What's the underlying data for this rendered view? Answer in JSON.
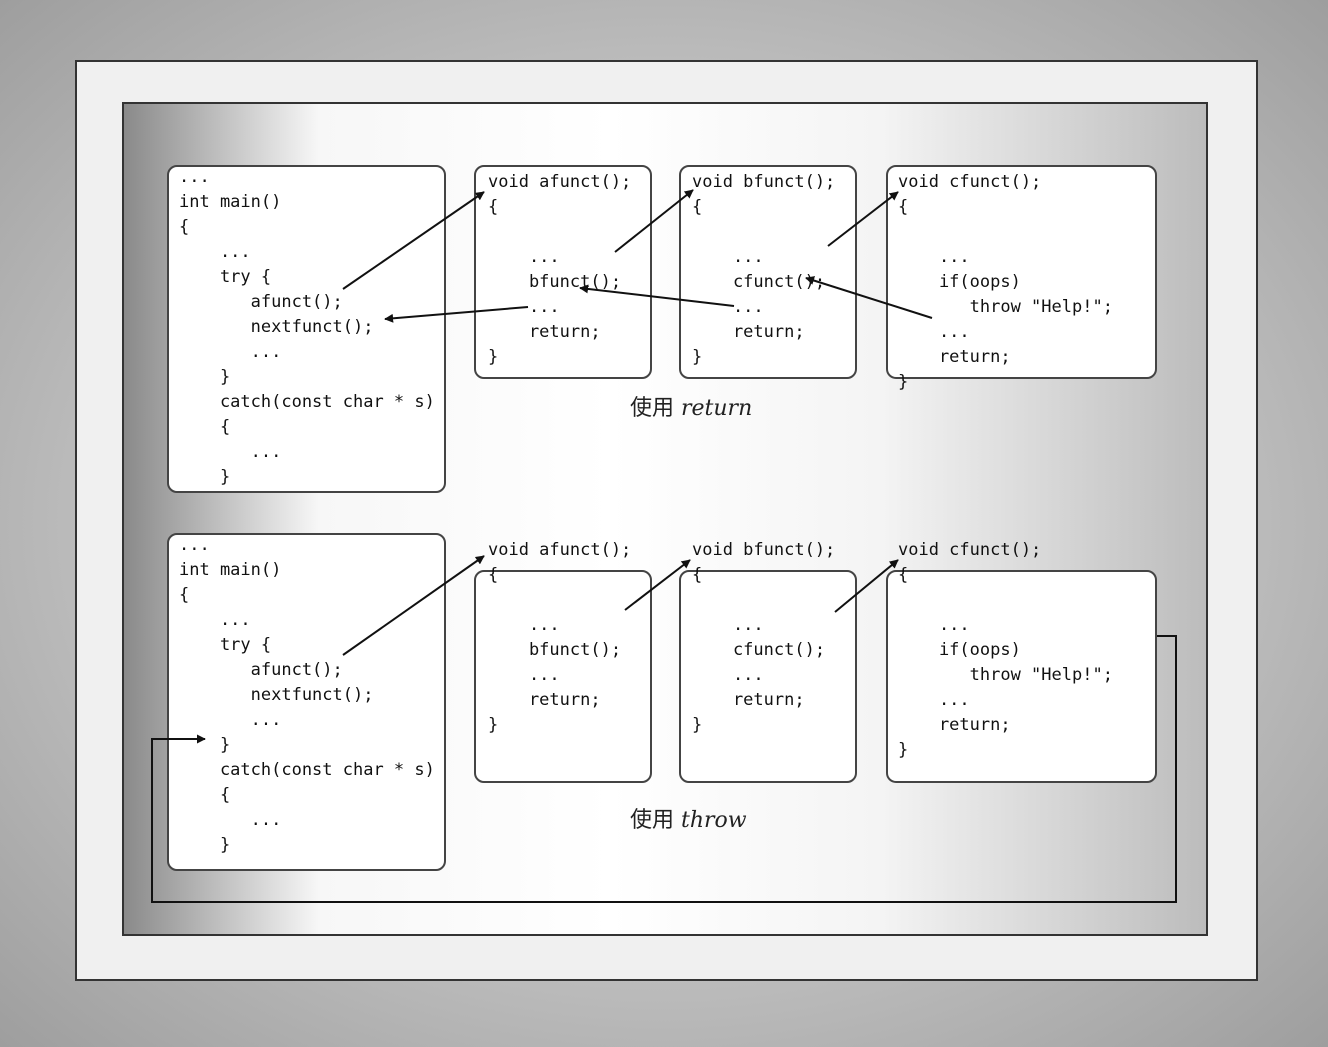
{
  "top": {
    "main_lines": [
      "...",
      "int main()",
      "{",
      "    ...",
      "    try {",
      "       afunct();",
      "       nextfunct();",
      "       ...",
      "    }",
      "    catch(const char * s)",
      "    {",
      "       ...",
      "    }"
    ],
    "afunct_header": "void afunct();",
    "afunct_lines": [
      "{",
      "",
      "    ...",
      "    bfunct();",
      "    ...",
      "    return;",
      "}"
    ],
    "bfunct_header": "void bfunct();",
    "bfunct_lines": [
      "{",
      "",
      "    ...",
      "    cfunct();",
      "    ...",
      "    return;",
      "}"
    ],
    "cfunct_header": "void cfunct();",
    "cfunct_lines": [
      "{",
      "",
      "    ...",
      "    if(oops)",
      "       throw \"Help!\";",
      "    ...",
      "    return;",
      "}"
    ],
    "caption_prefix": "使用",
    "caption_keyword": "return"
  },
  "bottom": {
    "main_lines": [
      "...",
      "int main()",
      "{",
      "    ...",
      "    try {",
      "       afunct();",
      "       nextfunct();",
      "       ...",
      "    }",
      "    catch(const char * s)",
      "    {",
      "       ...",
      "    }"
    ],
    "afunct_header": "void afunct();",
    "afunct_lines": [
      "{",
      "",
      "    ...",
      "    bfunct();",
      "    ...",
      "    return;",
      "}"
    ],
    "bfunct_header": "void bfunct();",
    "bfunct_lines": [
      "{",
      "",
      "    ...",
      "    cfunct();",
      "    ...",
      "    return;",
      "}"
    ],
    "cfunct_header": "void cfunct();",
    "cfunct_lines": [
      "{",
      "",
      "    ...",
      "    if(oops)",
      "       throw \"Help!\";",
      "    ...",
      "    return;",
      "}"
    ],
    "caption_prefix": "使用",
    "caption_keyword": "throw"
  }
}
